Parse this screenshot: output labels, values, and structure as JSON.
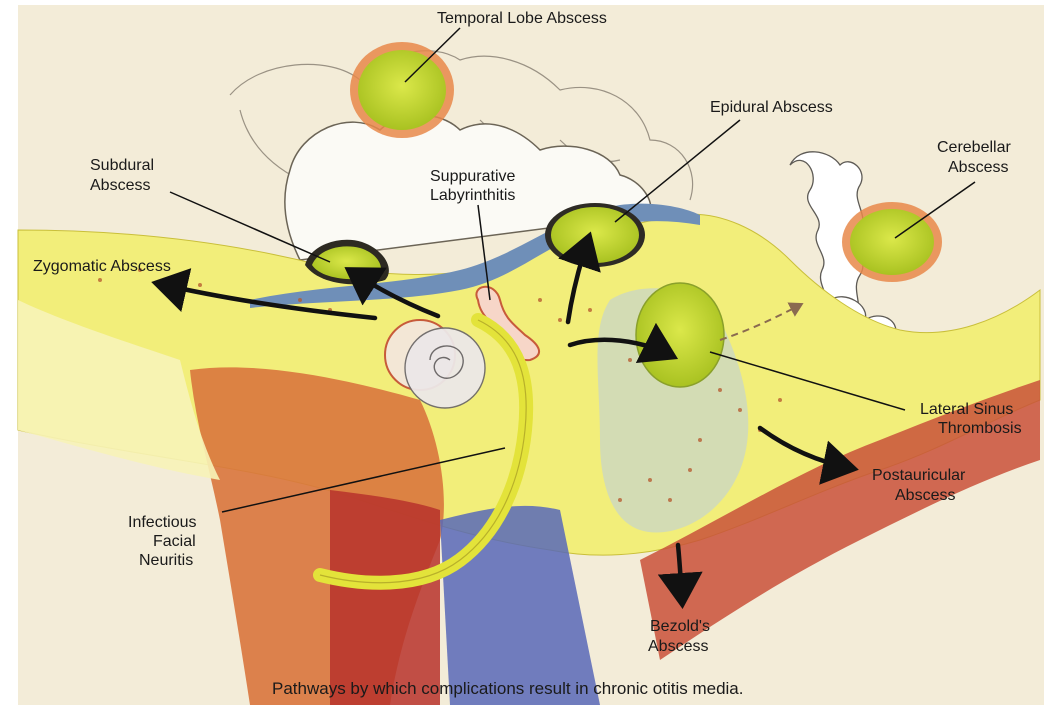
{
  "labels": {
    "temporal_lobe": "Temporal Lobe Abscess",
    "epidural": "Epidural Abscess",
    "cerebellar": [
      "Cerebellar",
      "Abscess"
    ],
    "subdural": [
      "Subdural",
      "Abscess"
    ],
    "labyrinthitis": [
      "Suppurative",
      "Labyrinthitis"
    ],
    "zygomatic": "Zygomatic Abscess",
    "lateral_sinus": [
      "Lateral Sinus",
      "Thrombosis"
    ],
    "postauricular": [
      "Postauricular",
      "Abscess"
    ],
    "facial_neuritis": [
      "Infectious",
      "Facial",
      "Neuritis"
    ],
    "bezold": [
      "Bezold's",
      "Abscess"
    ]
  },
  "caption": "Pathways by which complications result in chronic otitis media.",
  "colors": {
    "background": "#f3ecd8",
    "bone": "#f2ee7a",
    "abscess": "#d2e03c",
    "abscess_rim": "#e0803a",
    "dura": "#6f8fb8",
    "muscle": "#c9513a",
    "arrow": "#111111"
  }
}
